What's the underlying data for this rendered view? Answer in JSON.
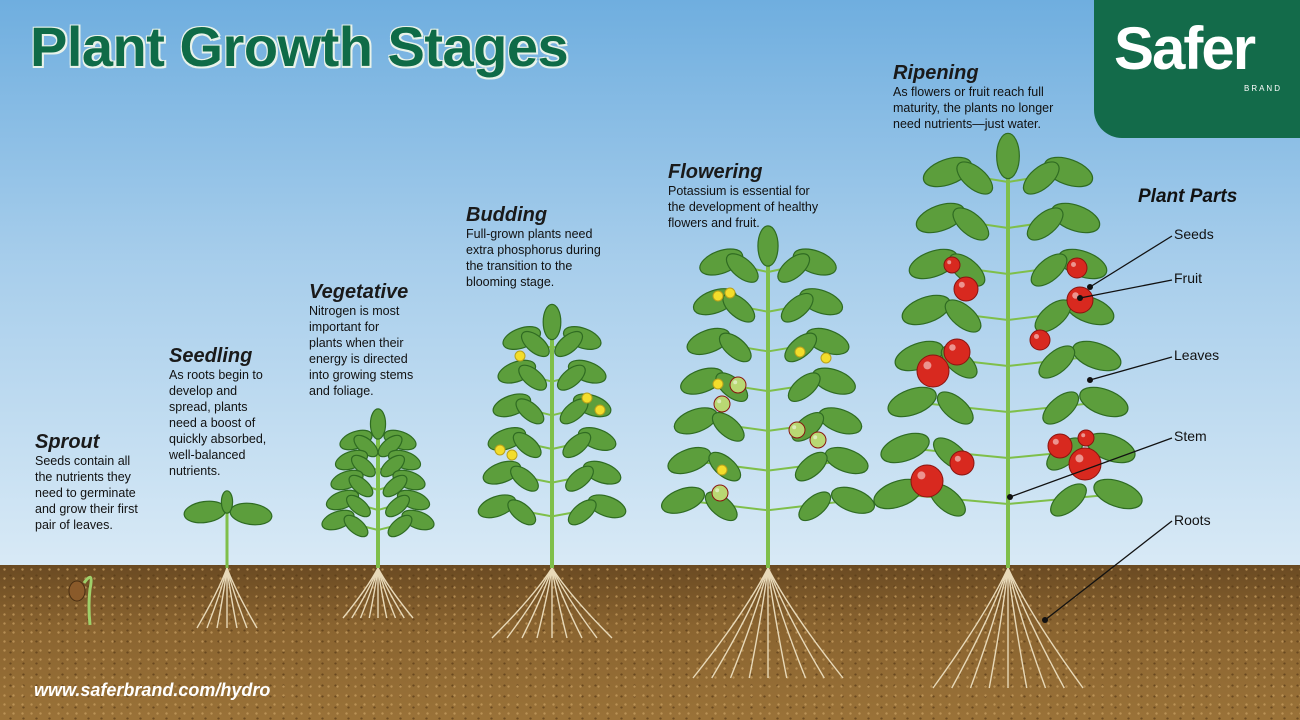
{
  "title": "Plant Growth Stages",
  "brand": {
    "name": "Safer",
    "sub": "BRAND"
  },
  "stages": [
    {
      "name": "Sprout",
      "text": [
        "Seeds contain all",
        "the nutrients they",
        "need to germinate",
        "and grow their first",
        "pair of leaves."
      ]
    },
    {
      "name": "Seedling",
      "text": [
        "As roots begin to",
        "develop and",
        "spread, plants",
        "need a boost of",
        "quickly absorbed,",
        "well-balanced",
        "nutrients."
      ]
    },
    {
      "name": "Vegetative",
      "text": [
        "Nitrogen is most",
        "important for",
        "plants when their",
        "energy is directed",
        "into growing stems",
        "and foliage."
      ]
    },
    {
      "name": "Budding",
      "text": [
        "Full-grown plants need",
        "extra phosphorus during",
        "the transition to the",
        "blooming stage."
      ]
    },
    {
      "name": "Flowering",
      "text": [
        "Potassium is essential for",
        "the development of healthy",
        "flowers and fruit."
      ]
    },
    {
      "name": "Ripening",
      "text": [
        "As flowers or fruit reach full",
        "maturity, the plants no longer",
        "need nutrients—just water."
      ]
    }
  ],
  "plant_parts": {
    "title": "Plant Parts",
    "labels": [
      "Seeds",
      "Fruit",
      "Leaves",
      "Stem",
      "Roots"
    ]
  },
  "url": "www.saferbrand.com/hydro",
  "colors": {
    "title_green": "#0f6b47",
    "brand_green": "#136b4a",
    "leaf": "#5c9e3c",
    "tomato": "#d8291f"
  }
}
